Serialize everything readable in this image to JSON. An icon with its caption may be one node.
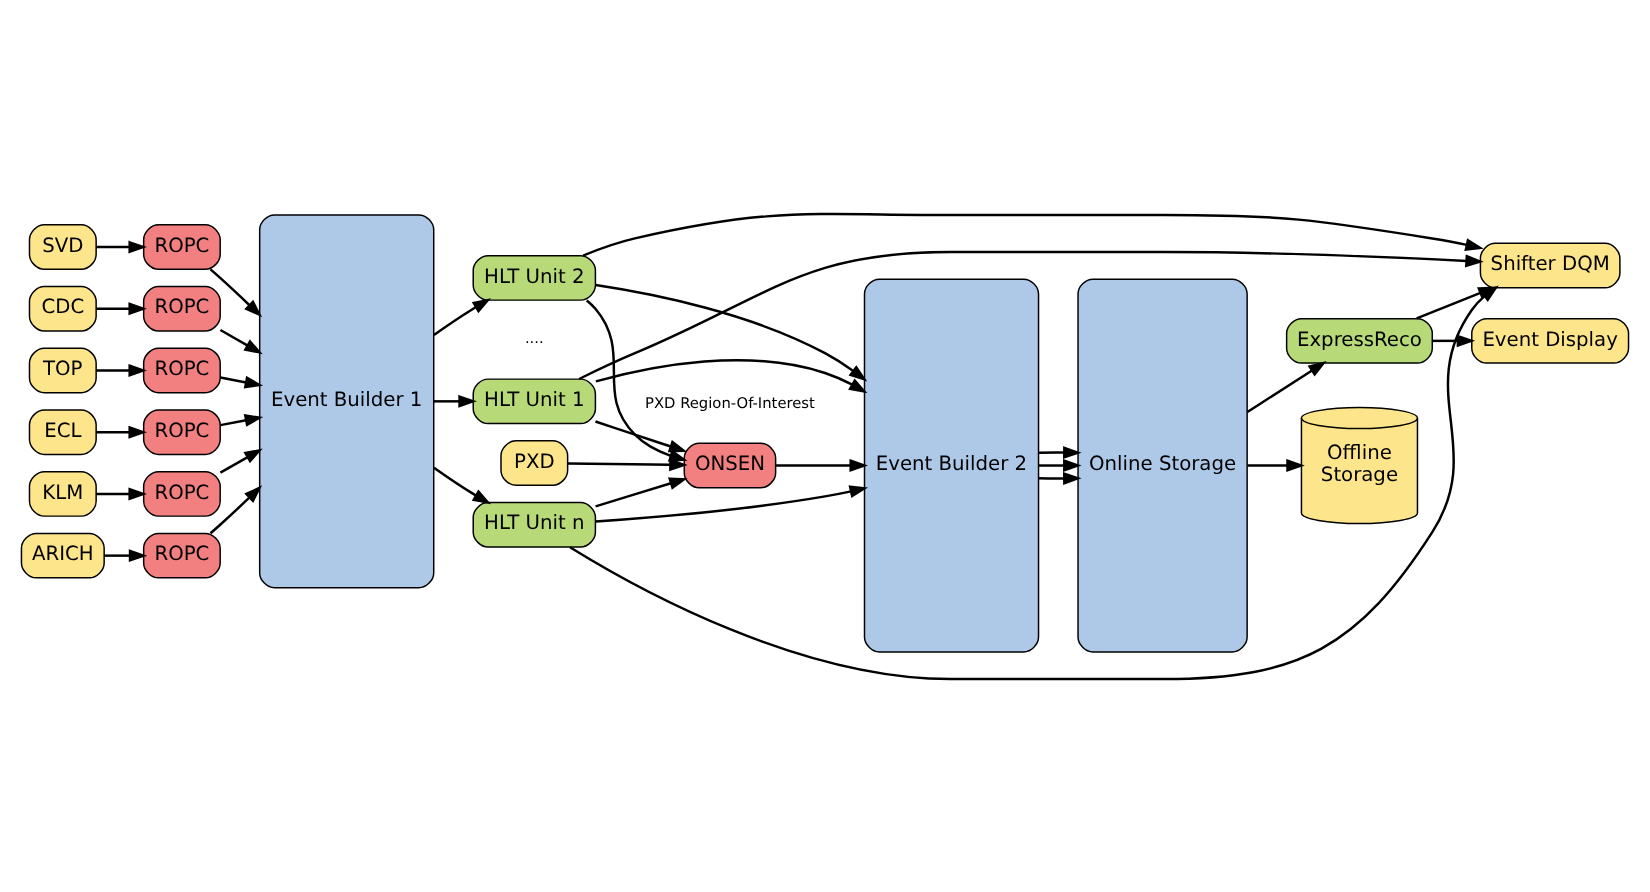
{
  "diagram": {
    "nodes": [
      {
        "text": [
          "PXD"
        ]
      },
      {
        "text": [
          "ONSEN"
        ]
      },
      {
        "text": [
          "SVD"
        ]
      },
      {
        "text": [
          "CDC"
        ]
      },
      {
        "text": [
          "TOP"
        ]
      },
      {
        "text": [
          "ECL"
        ]
      },
      {
        "text": [
          "KLM"
        ]
      },
      {
        "text": [
          "ARICH"
        ]
      },
      {
        "text": [
          "ROPC"
        ]
      },
      {
        "text": [
          "ROPC"
        ]
      },
      {
        "text": [
          "ROPC"
        ]
      },
      {
        "text": [
          "ROPC"
        ]
      },
      {
        "text": [
          "ROPC"
        ]
      },
      {
        "text": [
          "ROPC"
        ]
      },
      {
        "text": [
          "Event Builder 1"
        ]
      },
      {
        "text": [
          "HLT Unit 1"
        ]
      },
      {
        "text": [
          "HLT Unit 2"
        ]
      },
      {
        "text": [
          "HLT Unit n"
        ]
      },
      {
        "text": [
          "Event Builder 2"
        ]
      },
      {
        "text": [
          "Online Storage"
        ]
      },
      {
        "text": [
          "Offline Storage"
        ]
      },
      {
        "text": [
          "ExpressReco"
        ]
      },
      {
        "text": [
          "Shifter DQM"
        ]
      },
      {
        "text": [
          "Event Display"
        ]
      }
    ],
    "edges": [
      {
        "from": 0,
        "to": 1,
        "arrow": "to"
      },
      {
        "from": 1,
        "to": 18,
        "arrow": "to"
      },
      {
        "from": 2,
        "to": 8,
        "arrow": "to"
      },
      {
        "from": 3,
        "to": 9,
        "arrow": "to"
      },
      {
        "from": 4,
        "to": 10,
        "arrow": "to"
      },
      {
        "from": 5,
        "to": 11,
        "arrow": "to"
      },
      {
        "from": 6,
        "to": 12,
        "arrow": "to"
      },
      {
        "from": 7,
        "to": 13,
        "arrow": "to"
      },
      {
        "from": 8,
        "to": 14,
        "arrow": "to"
      },
      {
        "from": 9,
        "to": 14,
        "arrow": "to"
      },
      {
        "from": 10,
        "to": 14,
        "arrow": "to"
      },
      {
        "from": 11,
        "to": 14,
        "arrow": "to"
      },
      {
        "from": 12,
        "to": 14,
        "arrow": "to"
      },
      {
        "from": 13,
        "to": 14,
        "arrow": "to"
      },
      {
        "from": 14,
        "to": 15,
        "arrow": "to"
      },
      {
        "from": 14,
        "to": 16,
        "arrow": "to"
      },
      {
        "from": 14,
        "to": 17,
        "arrow": "to"
      },
      {
        "from": 15,
        "to": 1,
        "arrow": "to"
      },
      {
        "from": 16,
        "to": 1,
        "arrow": "to"
      },
      {
        "from": 17,
        "to": 1,
        "arrow": "to"
      },
      {
        "from": 15,
        "to": 18,
        "arrow": "to"
      },
      {
        "from": 16,
        "to": 18,
        "arrow": "to"
      },
      {
        "from": 17,
        "to": 18,
        "arrow": "to"
      },
      {
        "from": 18,
        "to": 19,
        "arrow": "to"
      },
      {
        "from": 18,
        "to": 19,
        "arrow": "to"
      },
      {
        "from": 18,
        "to": 19,
        "arrow": "to"
      },
      {
        "from": 19,
        "to": 20,
        "arrow": "to"
      },
      {
        "from": 19,
        "to": 21,
        "arrow": "to"
      },
      {
        "from": 15,
        "to": 22,
        "arrow": "to"
      },
      {
        "from": 16,
        "to": 22,
        "arrow": "to"
      },
      {
        "from": 17,
        "to": 22,
        "arrow": "to"
      },
      {
        "from": 21,
        "to": 22,
        "arrow": "to"
      },
      {
        "from": 21,
        "to": 23,
        "arrow": "to"
      }
    ],
    "labels": [
      "PXD Region-Of-Interest",
      "...."
    ]
  }
}
